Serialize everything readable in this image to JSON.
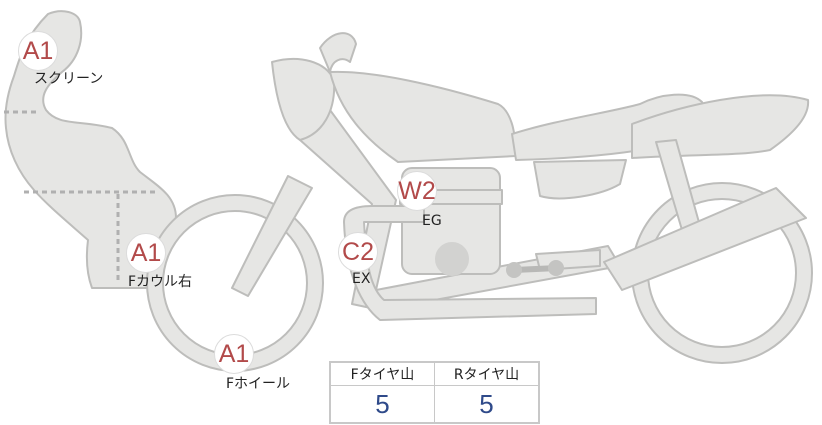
{
  "markers": [
    {
      "id": "screen",
      "grade": "A1",
      "label": "スクリーン"
    },
    {
      "id": "front-cowl-right",
      "grade": "A1",
      "label": "Fカウル右"
    },
    {
      "id": "front-wheel",
      "grade": "A1",
      "label": "Fホイール"
    },
    {
      "id": "engine",
      "grade": "W2",
      "label": "EG"
    },
    {
      "id": "exhaust",
      "grade": "C2",
      "label": "EX"
    }
  ],
  "tire_table": {
    "headers": [
      "Fタイヤ山",
      "Rタイヤ山"
    ],
    "values": [
      "5",
      "5"
    ]
  },
  "colors": {
    "bike_fill": "#e6e6e4",
    "bike_stroke": "#bdbdbb",
    "grade_text": "#b24a4a",
    "value_text": "#2f4a8a"
  }
}
